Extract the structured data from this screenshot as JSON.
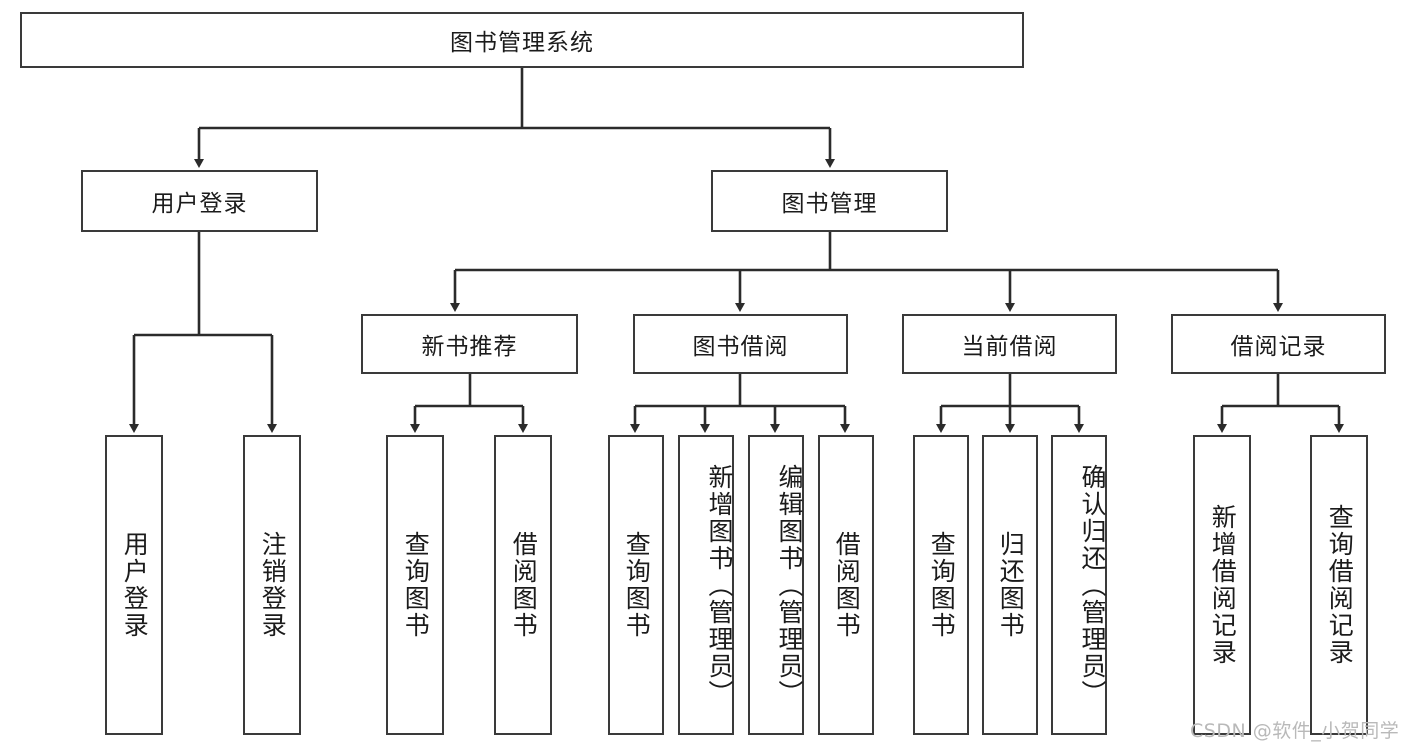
{
  "diagram": {
    "type": "tree-hierarchy",
    "title": "图书管理系统",
    "root": {
      "label": "图书管理系统"
    },
    "level1": [
      {
        "label": "用户登录"
      },
      {
        "label": "图书管理"
      }
    ],
    "level2": [
      {
        "label": "新书推荐"
      },
      {
        "label": "图书借阅"
      },
      {
        "label": "当前借阅"
      },
      {
        "label": "借阅记录"
      }
    ],
    "leaves": {
      "user_login": [
        {
          "label": "用户登录"
        },
        {
          "label": "注销登录"
        }
      ],
      "new_book_recommend": [
        {
          "label": "查询图书"
        },
        {
          "label": "借阅图书"
        }
      ],
      "book_borrow": [
        {
          "label": "查询图书"
        },
        {
          "label": "新增图书（管理员）"
        },
        {
          "label": "编辑图书（管理员）"
        },
        {
          "label": "借阅图书"
        }
      ],
      "current_borrow": [
        {
          "label": "查询图书"
        },
        {
          "label": "归还图书"
        },
        {
          "label": "确认归还（管理员）"
        }
      ],
      "borrow_record": [
        {
          "label": "新增借阅记录"
        },
        {
          "label": "查询借阅记录"
        }
      ]
    }
  },
  "watermark": {
    "text": "CSDN @软件_小贺同学"
  },
  "colors": {
    "stroke": "#3a3a3a",
    "background": "#ffffff",
    "text": "#1b1b1b",
    "watermark": "#b9b9b9"
  }
}
